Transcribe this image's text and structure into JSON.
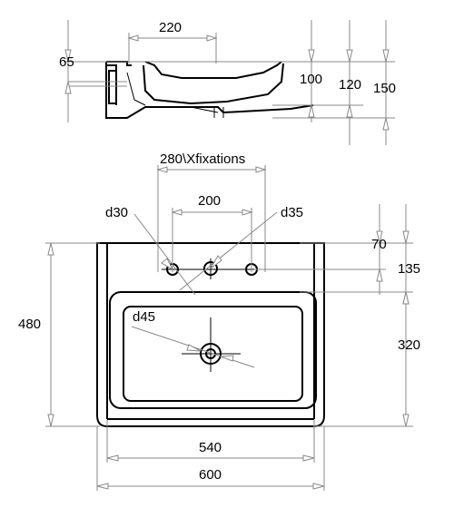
{
  "top_view": {
    "dim_width": "220",
    "dim_left_height": "65",
    "dim_depth_1": "100",
    "dim_depth_2": "120",
    "dim_depth_3": "150"
  },
  "plan_view": {
    "dim_fixations": "280\\Xfixations",
    "dim_holes_spacing": "200",
    "dim_side_hole_dia": "d30",
    "dim_center_hole_dia": "d35",
    "dim_drain_dia": "d45",
    "dim_top_70": "70",
    "dim_top_135": "135",
    "dim_height_480": "480",
    "dim_bowl_320": "320",
    "dim_inner_width_540": "540",
    "dim_overall_width_600": "600"
  }
}
